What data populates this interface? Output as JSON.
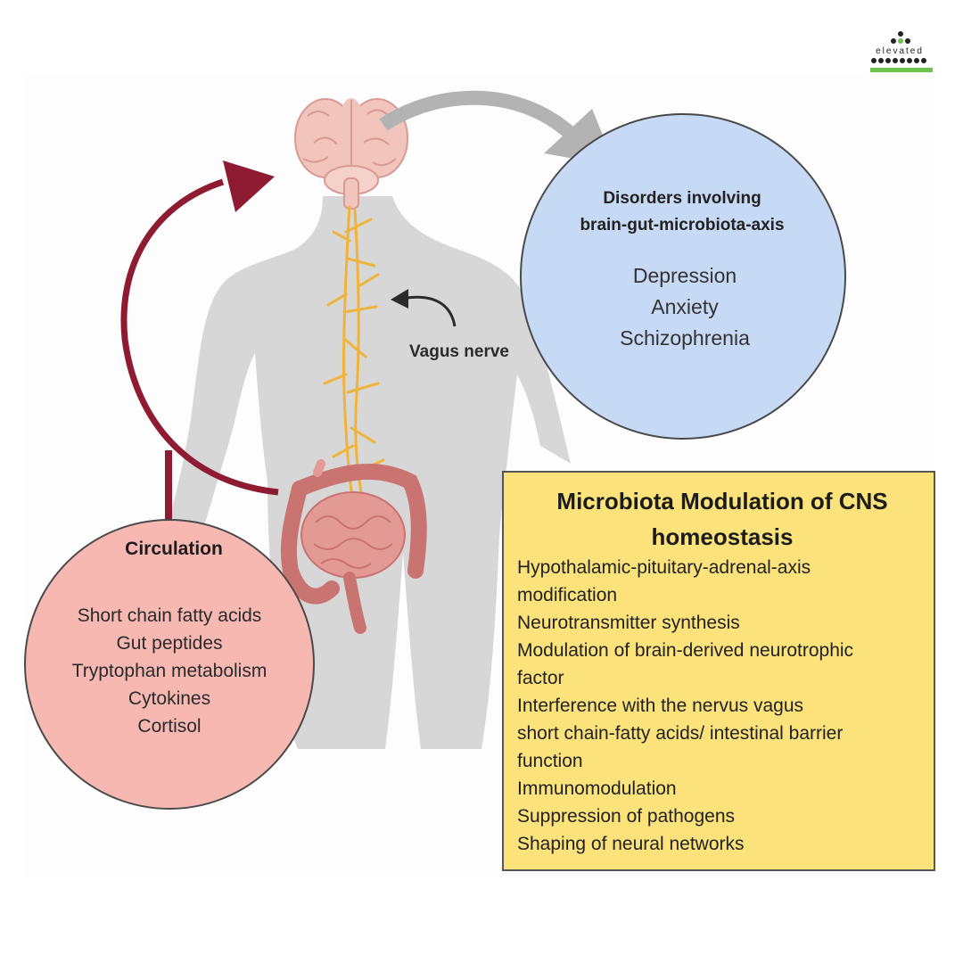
{
  "logo": {
    "text": "elevated"
  },
  "vagus_label": "Vagus nerve",
  "disorders": {
    "title_lines": [
      "Disorders involving",
      "brain-gut-microbiota-axis"
    ],
    "items": [
      "Depression",
      "Anxiety",
      "Schizophrenia"
    ]
  },
  "circulation": {
    "title": "Circulation",
    "items": [
      "Short chain fatty acids",
      "Gut peptides",
      "Tryptophan metabolism",
      "Cytokines",
      "Cortisol"
    ]
  },
  "microbiota": {
    "title_lines": [
      "Microbiota Modulation of CNS",
      "homeostasis"
    ],
    "lines": [
      "Hypothalamic-pituitary-adrenal-axis",
      "modification",
      "Neurotransmitter synthesis",
      "Modulation of brain-derived neurotrophic",
      "factor",
      "Interference with the nervus vagus",
      "short chain-fatty acids/  intestinal barrier",
      "function",
      "Immunomodulation",
      "Suppression of pathogens",
      "Shaping of neural networks"
    ]
  },
  "colors": {
    "body": "#d6d6d6",
    "brain": "#f1c4bc",
    "nerve": "#f0b43c",
    "intestine": "#d98a86",
    "red_arrow": "#8e1b32",
    "grey_arrow": "#b3b3b3",
    "disorders_fill": "#c6d9f5",
    "circulation_fill": "#f7b8b2",
    "box_fill": "#fbe27a"
  }
}
